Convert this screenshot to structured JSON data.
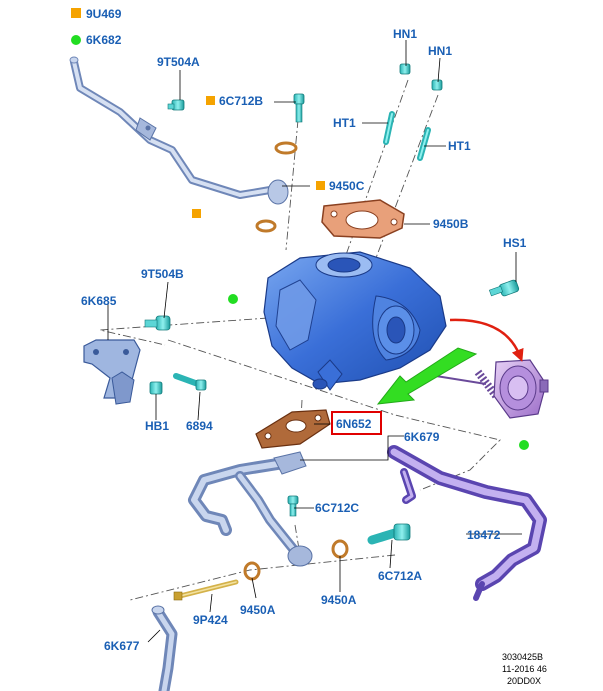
{
  "legend": [
    {
      "code": "9U469",
      "marker": "square",
      "color": "#f5a300"
    },
    {
      "code": "6K682",
      "marker": "circle",
      "color": "#22dd22"
    }
  ],
  "labels": {
    "hn1_a": "HN1",
    "hn1_b": "HN1",
    "ht1_a": "HT1",
    "ht1_b": "HT1",
    "9t504a": "9T504A",
    "6c712b": "6C712B",
    "9450c": "9450C",
    "9450b": "9450B",
    "hs1": "HS1",
    "9t504b": "9T504B",
    "6k685": "6K685",
    "hb1": "HB1",
    "6894": "6894",
    "6n652": "6N652",
    "6k679": "6K679",
    "6c712c": "6C712C",
    "18472": "18472",
    "6c712a": "6C712A",
    "9450a_1": "9450A",
    "9450a_2": "9450A",
    "9p424": "9P424",
    "6k677": "6K677"
  },
  "footer": {
    "line1": "3030425B",
    "line2": "11-2016 46",
    "line3": "20DD0X"
  },
  "colors": {
    "label_text": "#1a5fb4",
    "turbo": "#3a6fd8",
    "actuator": "#a070d0",
    "gasket": "#b06a3a",
    "highlight_box": "#e00000",
    "green_arrow": "#33dd22",
    "red_arrow": "#e02010"
  }
}
